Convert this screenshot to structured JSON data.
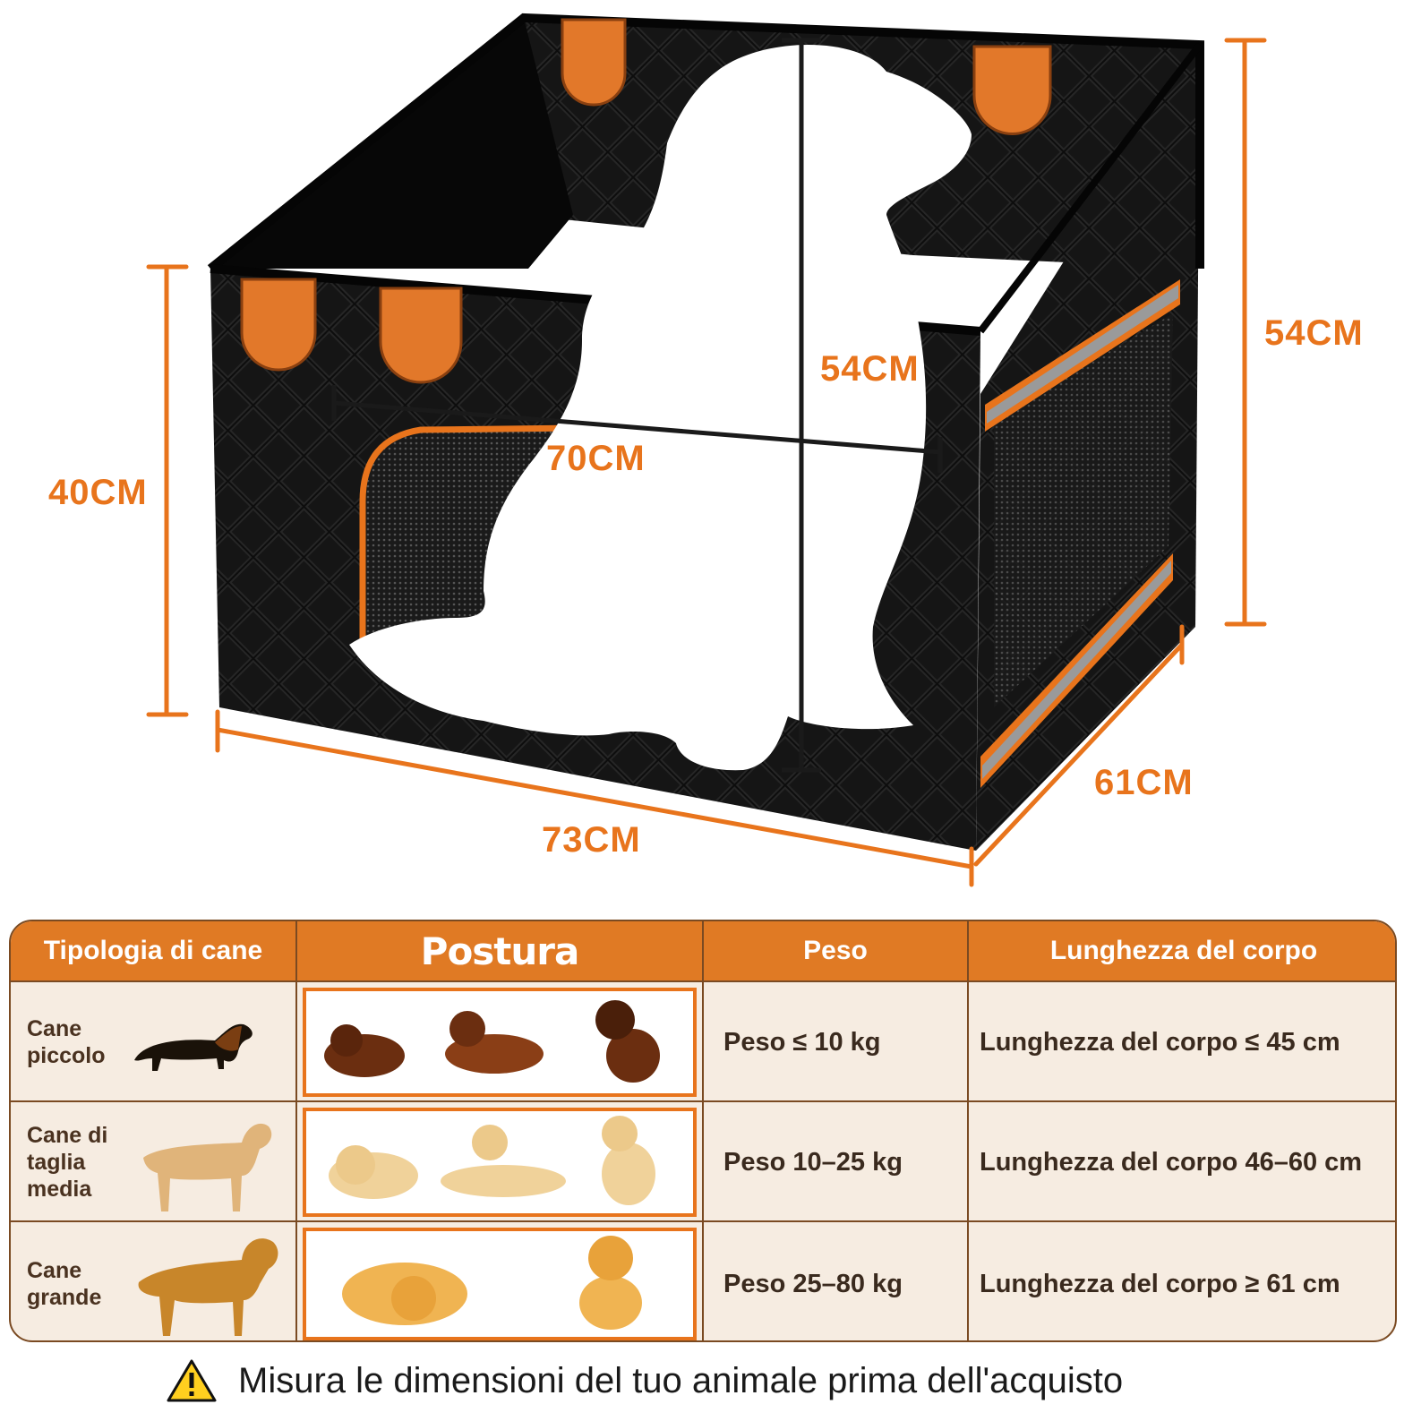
{
  "dimensions": {
    "front_height": "40CM",
    "back_height": "54CM",
    "inner_height": "54CM",
    "inner_width": "70CM",
    "front_width": "73CM",
    "depth": "61CM"
  },
  "colors": {
    "accent": "#e8741c",
    "header_bg": "#e07a24",
    "table_bg": "#f6ece1",
    "border": "#7a4a22",
    "box_black": "#0c0c0c"
  },
  "table": {
    "headers": [
      "Tipologia di cane",
      "Postura",
      "Peso",
      "Lunghezza del corpo"
    ],
    "rows": [
      {
        "type": "Cane piccolo",
        "weight": "Peso ≤ 10 kg",
        "length": "Lunghezza del corpo ≤ 45 cm"
      },
      {
        "type": "Cane di taglia media",
        "weight": "Peso 10–25 kg",
        "length": "Lunghezza del corpo 46–60 cm"
      },
      {
        "type": "Cane grande",
        "weight": "Peso 25–80 kg",
        "length": "Lunghezza del corpo ≥ 61 cm"
      }
    ]
  },
  "footer": {
    "icon": "warning-icon",
    "text": "Misura le dimensioni del tuo animale prima dell'acquisto"
  }
}
